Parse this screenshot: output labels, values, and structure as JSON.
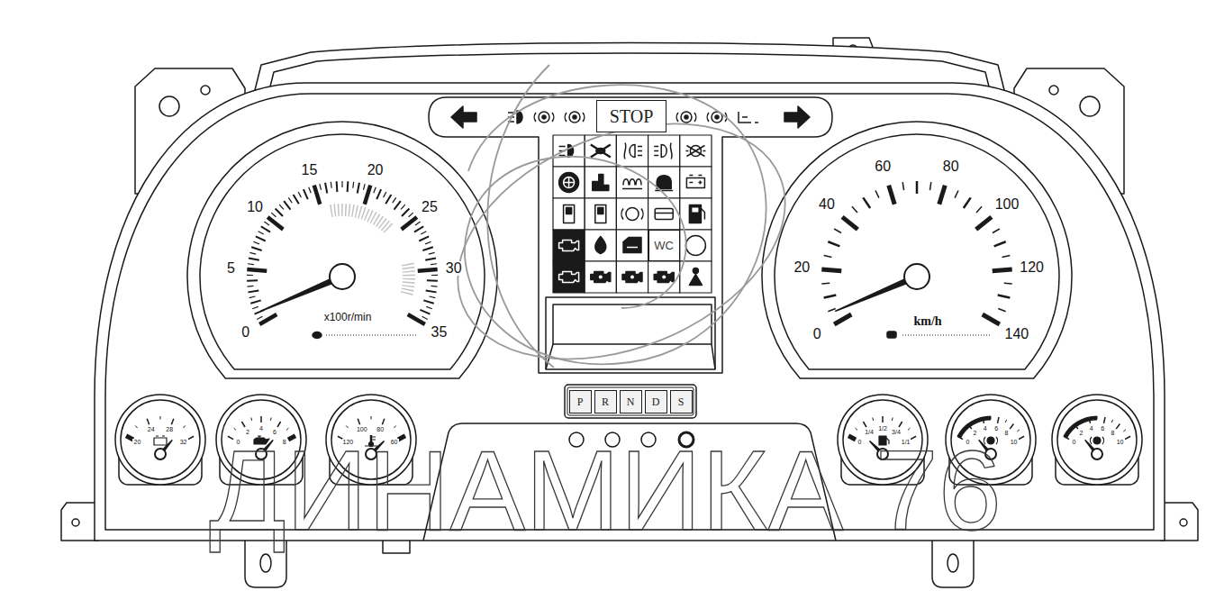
{
  "diagram": {
    "nodes": [
      {
        "text": [
          "STOP"
        ]
      },
      {
        "text": [
          "WC"
        ]
      },
      {
        "text": [
          "P"
        ]
      },
      {
        "text": [
          "R"
        ]
      },
      {
        "text": [
          "N"
        ]
      },
      {
        "text": [
          "D"
        ]
      },
      {
        "text": [
          "S"
        ]
      }
    ],
    "labels": [
      "0",
      "5",
      "10",
      "15",
      "20",
      "25",
      "30",
      "35",
      "x100r/min",
      "0",
      "20",
      "40",
      "60",
      "80",
      "100",
      "120",
      "140",
      "km/h",
      "20",
      "24",
      "28",
      "32",
      "0",
      "2",
      "4",
      "6",
      "8",
      "120",
      "100",
      "80",
      "60",
      "0",
      "1/4",
      "1/2",
      "3/4",
      "1/1",
      "0",
      "2",
      "4",
      "6",
      "8",
      "10",
      "0",
      "2",
      "4",
      "6",
      "8",
      "10",
      "ДИНАМИКА 76"
    ]
  }
}
